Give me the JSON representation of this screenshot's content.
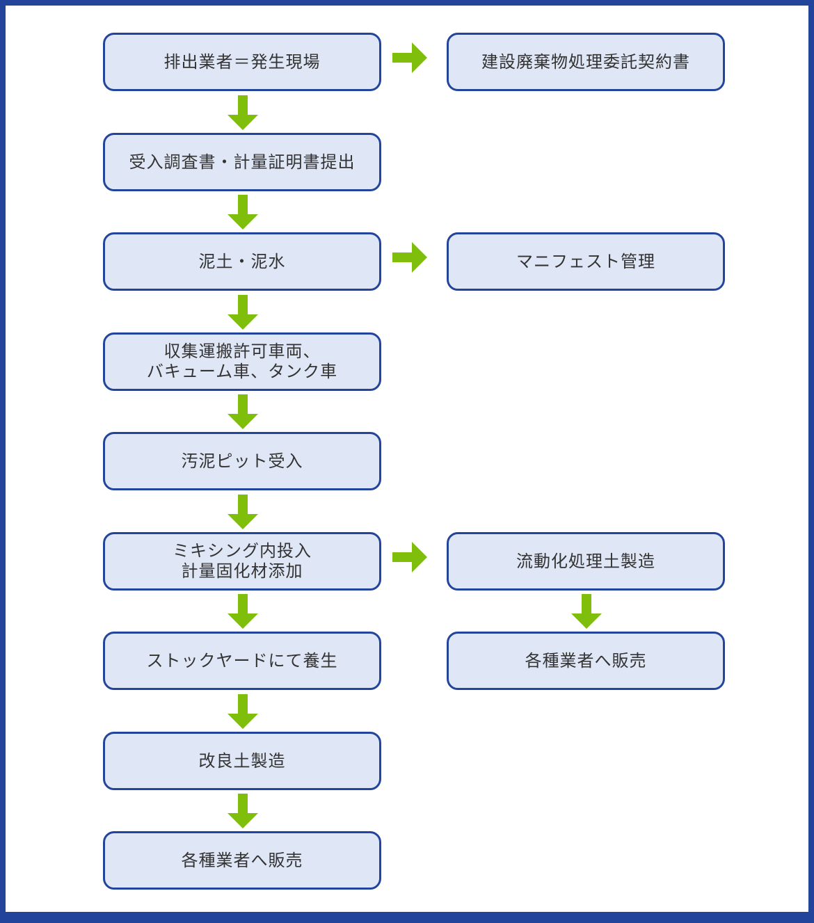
{
  "colors": {
    "frame": "#22449a",
    "box_fill": "#dfe6f5",
    "box_border": "#22449a",
    "arrow": "#7fbe0a",
    "text": "#333333"
  },
  "flow": {
    "left": [
      "排出業者＝発生現場",
      "受入調査書・計量証明書提出",
      "泥土・泥水",
      "収集運搬許可車両、\nバキューム車、タンク車",
      "汚泥ピット受入",
      "ミキシング内投入\n計量固化材添加",
      "ストックヤードにて養生",
      "改良土製造",
      "各種業者へ販売"
    ],
    "right": [
      "建設廃棄物処理委託契約書",
      "マニフェスト管理",
      "流動化処理土製造",
      "各種業者へ販売"
    ]
  }
}
